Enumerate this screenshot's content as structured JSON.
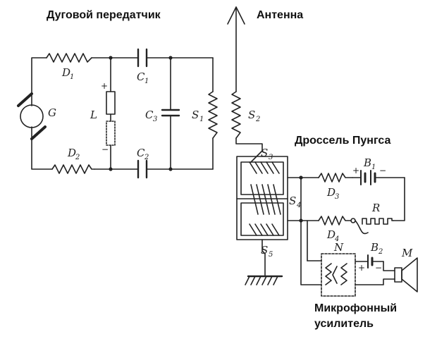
{
  "captions": {
    "arc_transmitter": "Дуговой передатчик",
    "antenna": "Антенна",
    "poulsen_choke": "Дроссель Пунгса",
    "mic_amplifier_line1": "Микрофонный",
    "mic_amplifier_line2": "усилитель"
  },
  "components": {
    "generator": {
      "letter": "G",
      "sub": ""
    },
    "d1": {
      "letter": "D",
      "sub": "1"
    },
    "d2": {
      "letter": "D",
      "sub": "2"
    },
    "d3": {
      "letter": "D",
      "sub": "3"
    },
    "d4": {
      "letter": "D",
      "sub": "4"
    },
    "c1": {
      "letter": "C",
      "sub": "1"
    },
    "c2": {
      "letter": "C",
      "sub": "2"
    },
    "c3": {
      "letter": "C",
      "sub": "3"
    },
    "l": {
      "letter": "L",
      "sub": ""
    },
    "s1": {
      "letter": "S",
      "sub": "1"
    },
    "s2": {
      "letter": "S",
      "sub": "2"
    },
    "s3": {
      "letter": "S",
      "sub": "3"
    },
    "s4": {
      "letter": "S",
      "sub": "4"
    },
    "s5": {
      "letter": "S",
      "sub": "5"
    },
    "b1": {
      "letter": "B",
      "sub": "1"
    },
    "b2": {
      "letter": "B",
      "sub": "2"
    },
    "r": {
      "letter": "R",
      "sub": ""
    },
    "n": {
      "letter": "N",
      "sub": ""
    },
    "m": {
      "letter": "M",
      "sub": ""
    }
  },
  "polarity": {
    "plus": "+",
    "minus": "−"
  },
  "colors": {
    "line": "#222222",
    "text": "#111111",
    "background": "#ffffff"
  }
}
